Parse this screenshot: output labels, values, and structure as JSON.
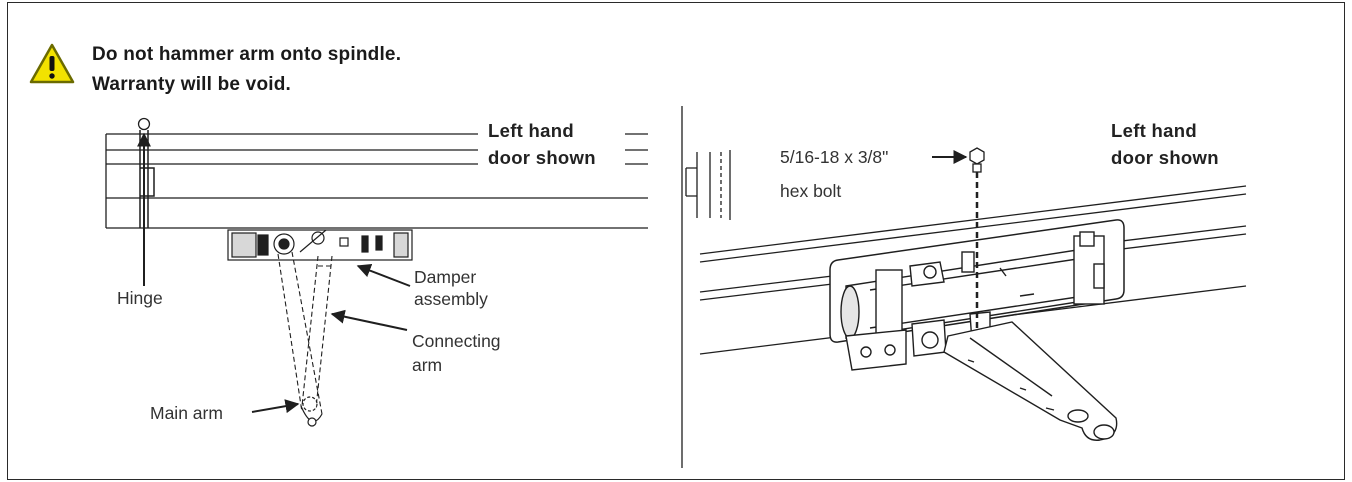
{
  "warning": {
    "line1": "Do not hammer arm onto spindle.",
    "line2": "Warranty will be void.",
    "icon": "warning-triangle-icon",
    "icon_color": "#f2e200"
  },
  "left_diagram": {
    "door_note": [
      "Left hand",
      "door shown"
    ],
    "labels": {
      "hinge": "Hinge",
      "damper": [
        "Damper",
        "assembly"
      ],
      "connecting": [
        "Connecting",
        "arm"
      ],
      "main_arm": "Main arm"
    }
  },
  "right_diagram": {
    "door_note": [
      "Left hand",
      "door shown"
    ],
    "bolt_label": [
      "5/16-18 x 3/8\"",
      "hex bolt"
    ]
  },
  "colors": {
    "line": "#1f1f1f",
    "accent": "#f2e200"
  }
}
